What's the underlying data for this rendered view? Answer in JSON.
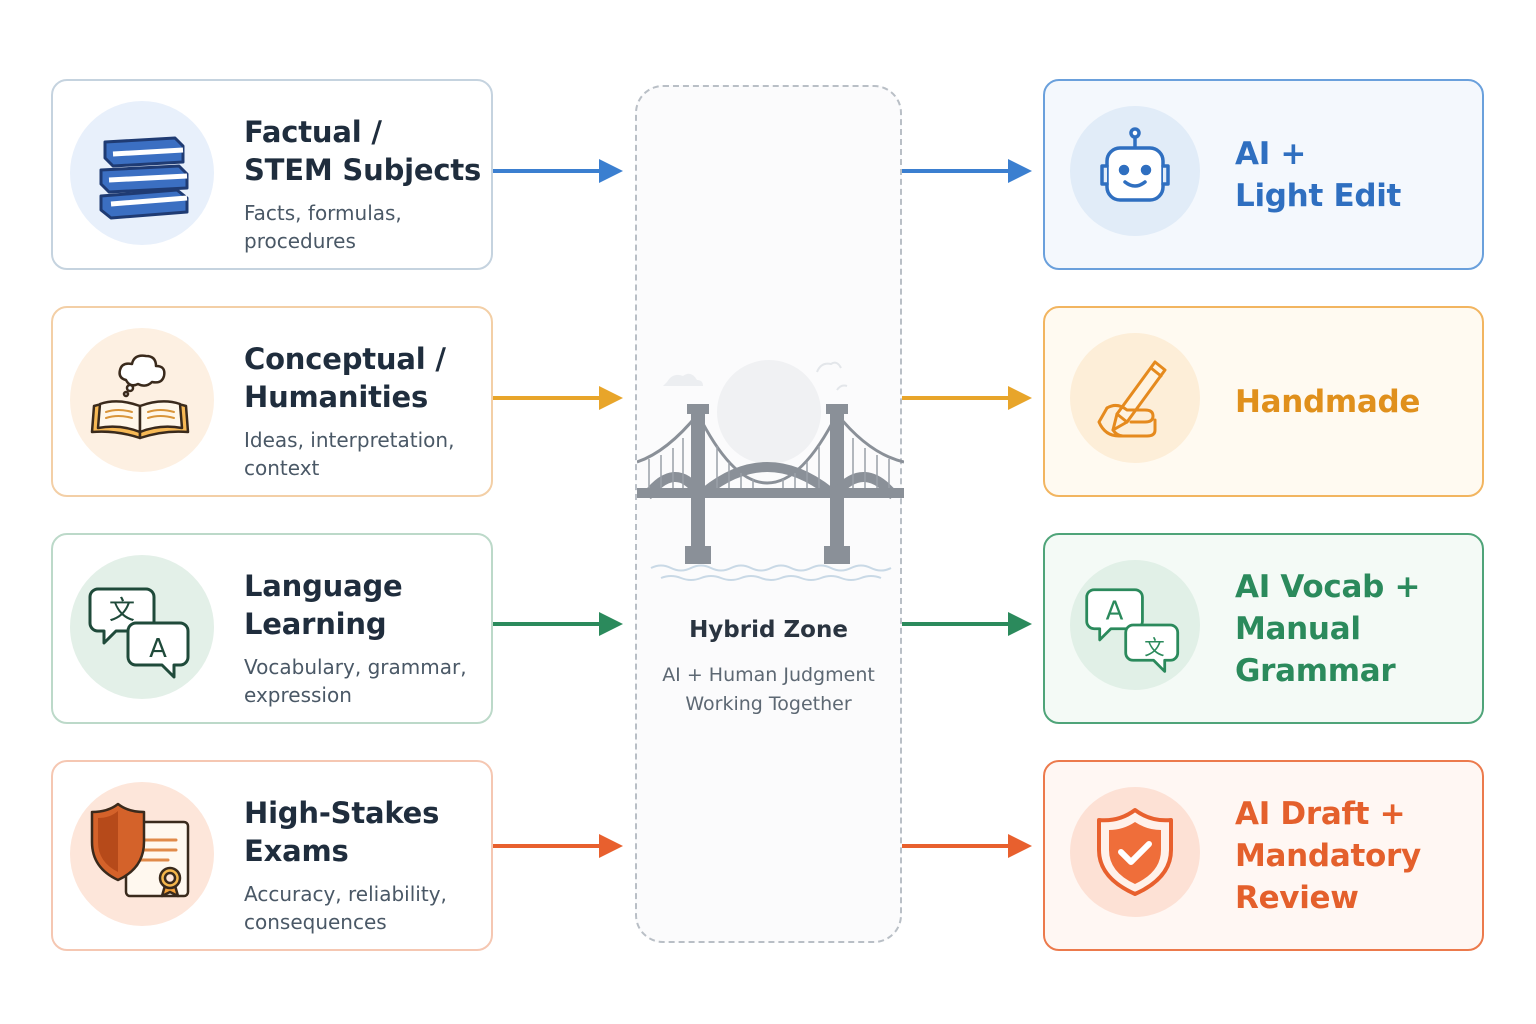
{
  "rows": [
    {
      "subject": {
        "title": "Factual /\nSTEM Subjects",
        "description": "Facts, formulas,\nprocedures",
        "icon": "books-icon"
      },
      "outcome": {
        "label": "AI +\nLight Edit",
        "icon": "robot-icon"
      },
      "color": "#3b7fd0",
      "border": "#c5d3df",
      "outcome_border": "#6aa0dc",
      "outcome_bg": "#f4f8fd",
      "circle_bg": "#e8f0fb"
    },
    {
      "subject": {
        "title": "Conceptual /\nHumanities",
        "description": "Ideas, interpretation,\ncontext",
        "icon": "open-book-thought-icon"
      },
      "outcome": {
        "label": "Handmade",
        "icon": "hand-pencil-icon"
      },
      "color": "#e09a22",
      "border": "#f3cfa6",
      "outcome_border": "#f2b560",
      "outcome_bg": "#fffaf1",
      "circle_bg": "#fdf0e0"
    },
    {
      "subject": {
        "title": "Language\nLearning",
        "description": "Vocabulary, grammar,\nexpression",
        "icon": "translate-bubbles-icon"
      },
      "outcome": {
        "label": "AI Vocab +\nManual Grammar",
        "icon": "translate-bubbles-icon"
      },
      "color": "#2b8a5c",
      "border": "#bcd9c9",
      "outcome_border": "#4fa479",
      "outcome_bg": "#f4faf6",
      "circle_bg": "#e3f1e9"
    },
    {
      "subject": {
        "title": "High-Stakes\nExams",
        "description": "Accuracy, reliability,\nconsequences",
        "icon": "shield-certificate-icon"
      },
      "outcome": {
        "label": "AI Draft +\nMandatory Review",
        "icon": "shield-check-icon"
      },
      "color": "#e8602e",
      "border": "#f5c7b2",
      "outcome_border": "#ec7a4c",
      "outcome_bg": "#fff7f3",
      "circle_bg": "#fde6dc"
    }
  ],
  "hybrid_zone": {
    "title": "Hybrid Zone",
    "subtitle": "AI + Human Judgment\nWorking Together",
    "icon": "bridge-icon"
  }
}
